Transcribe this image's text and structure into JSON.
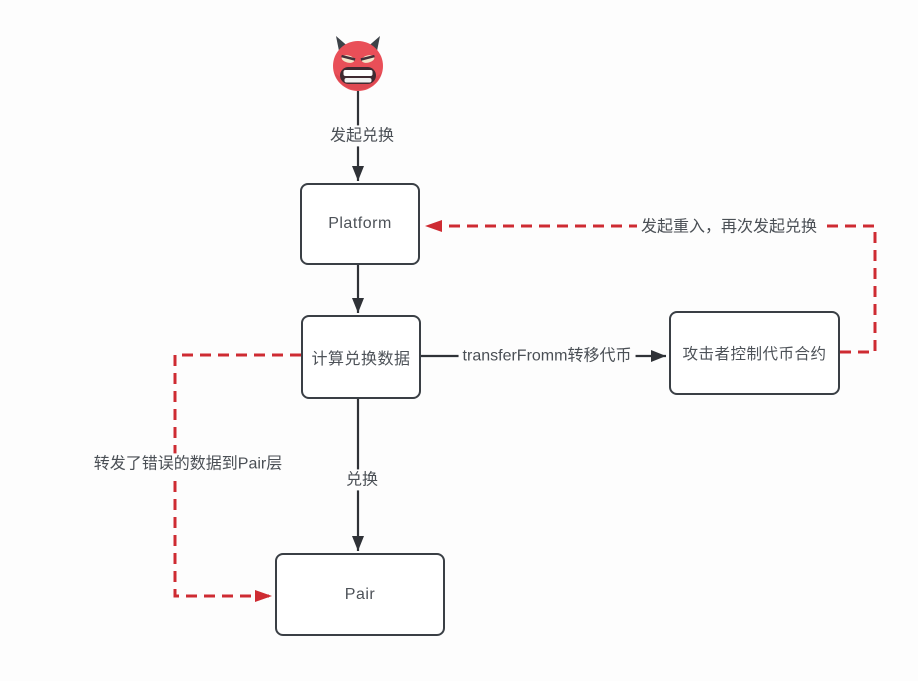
{
  "diagram": {
    "type": "flowchart",
    "subject": "reentrancy-attack-swap-flow",
    "theme": {
      "background": "#fdfdfd",
      "node_border": "#3a3f45",
      "node_fill": "#ffffff",
      "node_text": "#4d5258",
      "label_text": "#4a4f55",
      "flow_arrow": "#2f3237",
      "attack_arrow": "#ce2b32",
      "devil_face": "#e94f58",
      "devil_horns": "#3d4248",
      "devil_eye": "#f4e7cb",
      "devil_mouth": "#3f2a31"
    },
    "actor": {
      "icon": "devil-emoji"
    },
    "nodes": {
      "platform": {
        "label": "Platform"
      },
      "calc_swap_data": {
        "label": "计算兑换数据"
      },
      "attacker_token_contract": {
        "label": "攻击者控制代币合约"
      },
      "pair": {
        "label": "Pair"
      }
    },
    "edges": {
      "initiate_swap": {
        "label": "发起兑换",
        "from": "devil-actor",
        "to": "platform",
        "style": "solid"
      },
      "platform_to_calc": {
        "label": "",
        "from": "platform",
        "to": "calc_swap_data",
        "style": "solid"
      },
      "transfer": {
        "label": "transferFromm转移代币",
        "from": "calc_swap_data",
        "to": "attacker_token_contract",
        "style": "solid"
      },
      "swap": {
        "label": "兑换",
        "from": "calc_swap_data",
        "to": "pair",
        "style": "solid"
      },
      "reentry": {
        "label": "发起重入，再次发起兑换",
        "from": "attacker_token_contract",
        "to": "platform",
        "style": "red-dashed"
      },
      "forward_wrong_data": {
        "label": "转发了错误的数据到Pair层",
        "from": "calc_swap_data",
        "to": "pair",
        "style": "red-dashed"
      }
    }
  }
}
